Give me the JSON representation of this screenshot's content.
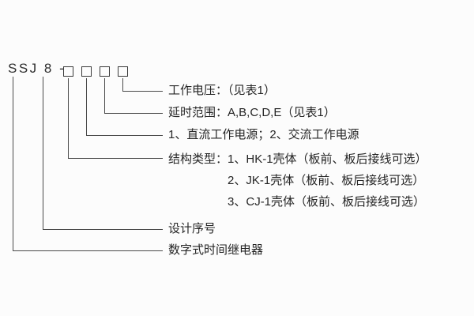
{
  "diagram": {
    "model_prefix": "SSJ 8 -",
    "rows": {
      "working_voltage": "工作电压：（见表1）",
      "delay_range": "延时范围：A,B,C,D,E（见表1）",
      "power_source": "1、直流工作电源；2、交流工作电源",
      "structure_type_label": "结构类型：",
      "structure_options": [
        "1、HK-1壳体（板前、板后接线可选）",
        "2、JK-1壳体（板前、板后接线可选）",
        "3、CJ-1壳体（板前、板后接线可选）"
      ],
      "design_serial": "设计序号",
      "product_name": "数字式时间继电器"
    }
  }
}
